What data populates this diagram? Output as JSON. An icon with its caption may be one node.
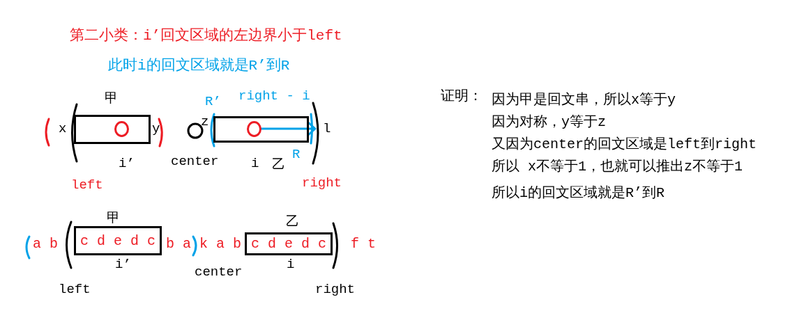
{
  "diagram": {
    "title": "第二小类：i’回文区域的左边界小于left",
    "nodes": [
      {
        "text": [
          "甲"
        ],
        "beside": [
          "i’"
        ]
      },
      {
        "text": [
          "乙"
        ],
        "beside": [
          "i"
        ]
      },
      {
        "text": [
          "甲",
          "c d e d c"
        ],
        "beside": [
          "i’"
        ]
      },
      {
        "text": [
          "乙",
          "c d e d c"
        ],
        "beside": [
          "i"
        ]
      }
    ],
    "labels": [
      "此时i的回文区域就是R’到R",
      "R’",
      "right - i",
      "x",
      "y",
      "z",
      "l",
      "center",
      "R",
      "left",
      "right",
      "证明：",
      "因为甲是回文串，所以x等于y",
      "因为对称，y等于z",
      "又因为center的回文区域是left到right",
      "所以 x不等于1，也就可以推出z不等于1",
      "所以i的回文区域就是R’到R",
      "a b",
      "b a",
      "k a b",
      "f t",
      "center",
      "left",
      "right"
    ]
  }
}
